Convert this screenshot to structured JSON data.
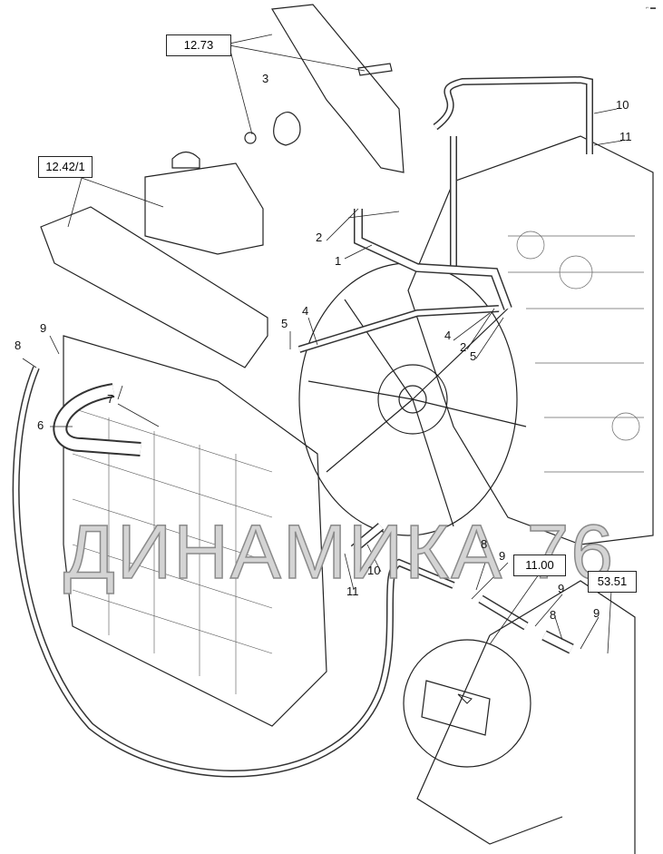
{
  "corner_mark": "⌐ ▬",
  "watermark": "ДИНАМИКА 76",
  "reference_boxes": {
    "r1273": "12.73",
    "r12421": "12.42/1",
    "r1100": "11.00",
    "r5351": "53.51"
  },
  "callouts": {
    "c3": "3",
    "c10a": "10",
    "c11a": "11",
    "c2a": "2",
    "c1": "1",
    "c9a": "9",
    "c8a": "8",
    "c5a": "5",
    "c4a": "4",
    "c4b": "4",
    "c2b": "2",
    "c5b": "5",
    "c7": "7",
    "c6": "6",
    "c8b": "8",
    "c9b": "9",
    "c10b": "10",
    "c11b": "11",
    "c9c": "9",
    "c9d": "9",
    "c8c": "8"
  }
}
